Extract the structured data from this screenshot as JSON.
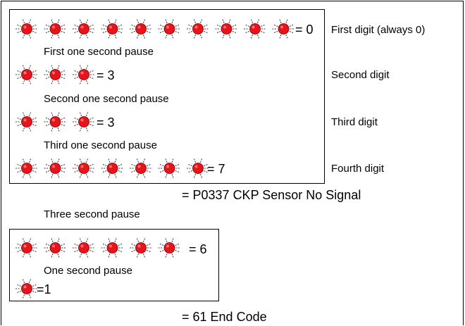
{
  "colors": {
    "led_fill": "#e8141b",
    "led_outline": "#7a0000",
    "line": "#000000"
  },
  "blink_groups": [
    {
      "id": "digit1",
      "flashes": 10,
      "equals": "= 0",
      "label": "First digit (always 0)"
    },
    {
      "id": "digit2",
      "flashes": 3,
      "equals": "= 3",
      "label": "Second digit"
    },
    {
      "id": "digit3",
      "flashes": 3,
      "equals": "= 3",
      "label": "Third digit"
    },
    {
      "id": "digit4",
      "flashes": 7,
      "equals": "= 7",
      "label": "Fourth digit"
    },
    {
      "id": "end1",
      "flashes": 6,
      "equals": "= 6",
      "label": ""
    },
    {
      "id": "end2",
      "flashes": 1,
      "equals": "=1",
      "label": ""
    }
  ],
  "pauses": {
    "first": "First one second pause",
    "second": "Second one second pause",
    "third": "Third one second pause",
    "three_second": "Three second pause",
    "one_second": "One second pause"
  },
  "results": {
    "code": "= P0337  CKP Sensor No Signal",
    "end": "= 61 End Code"
  }
}
